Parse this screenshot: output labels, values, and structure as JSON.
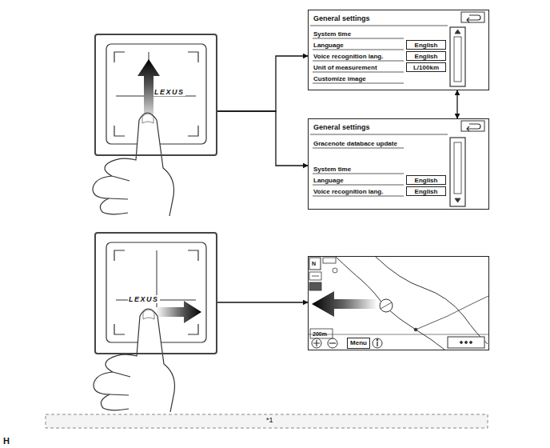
{
  "diagram": {
    "nodes": [
      {
        "text": [
          "LEXUS"
        ]
      },
      {
        "text": [
          "General settings",
          "System time",
          "Language",
          "Voice recognition lang.",
          "Unit of measurement",
          "Customize image"
        ]
      },
      {
        "text": [
          "English"
        ],
        "in": 1
      },
      {
        "text": [
          "English"
        ],
        "in": 1
      },
      {
        "text": [
          "L/100km"
        ],
        "in": 1
      },
      {
        "text": [
          "General settings",
          "Gracenote databace update",
          "System time",
          "Language",
          "Voice recognition lang."
        ]
      },
      {
        "text": [
          "English"
        ],
        "in": 5
      },
      {
        "text": [
          "English"
        ],
        "in": 5
      },
      {
        "text": [
          "LEXUS"
        ]
      },
      {
        "text": [
          "N",
          "200m"
        ]
      },
      {
        "text": [
          "Menu"
        ],
        "in": 9
      }
    ],
    "edges": [
      {
        "from": 0,
        "to": 1,
        "arrow": "to"
      },
      {
        "from": 0,
        "to": 5,
        "arrow": "to"
      },
      {
        "from": 8,
        "to": 9,
        "arrow": "to"
      },
      {
        "from": 1,
        "to": 5,
        "arrow": "both"
      }
    ],
    "labels": [
      "*1",
      "H"
    ]
  }
}
